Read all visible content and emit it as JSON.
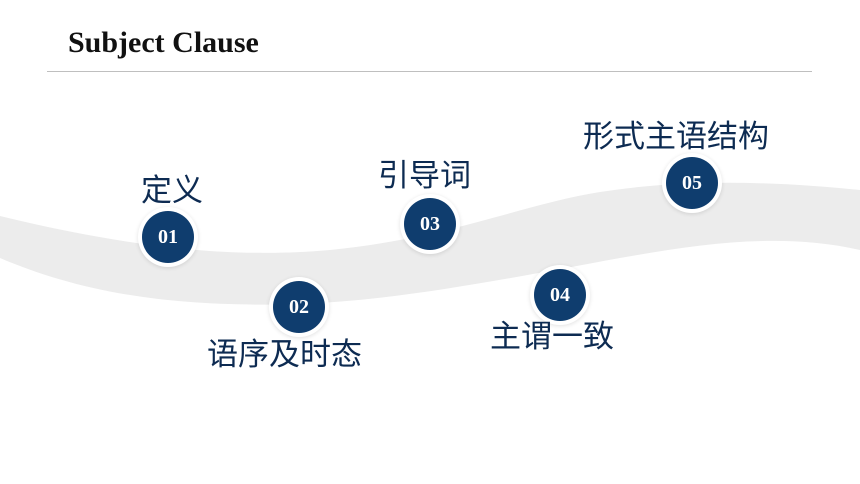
{
  "slide": {
    "title": "Subject Clause"
  },
  "steps": [
    {
      "number": "01",
      "label": "定义"
    },
    {
      "number": "02",
      "label": "语序及时态"
    },
    {
      "number": "03",
      "label": "引导词"
    },
    {
      "number": "04",
      "label": "主谓一致"
    },
    {
      "number": "05",
      "label": "形式主语结构"
    }
  ],
  "colors": {
    "accent": "#0f3d6e",
    "label_text": "#0d2b52",
    "wave_fill": "#ececec",
    "rule": "#bfbfbf"
  }
}
